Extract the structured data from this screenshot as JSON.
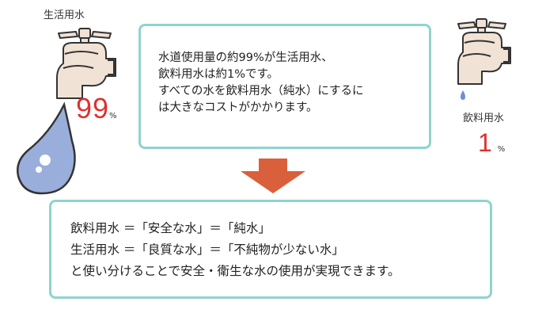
{
  "left": {
    "label": "生活用水",
    "percent": "99",
    "unit": "%",
    "icons": [
      "faucet-icon",
      "water-drop-icon"
    ]
  },
  "right": {
    "label": "飲料用水",
    "percent": "1",
    "unit": "%",
    "icons": [
      "faucet-icon",
      "small-water-drop-icon"
    ]
  },
  "top_box": {
    "lines": [
      "水道使用量の約99%が生活用水、",
      "飲料用水は約1%です。",
      "すべての水を飲料用水（純水）にするに",
      "は大きなコストがかかります。"
    ]
  },
  "arrow": {
    "color": "#d9603b",
    "icon": "down-arrow-icon"
  },
  "bottom_box": {
    "lines": [
      "飲料用水 ＝「安全な水」＝「純水」",
      "生活用水 ＝「良質な水」＝「不純物が少ない水」",
      "と使い分けることで安全・衛生な水の使用が実現できます。"
    ]
  },
  "colors": {
    "border": "#8fd3cf",
    "percent": "#e03030",
    "drop": "#9aaedb",
    "faucet": "#f1e2d6"
  }
}
